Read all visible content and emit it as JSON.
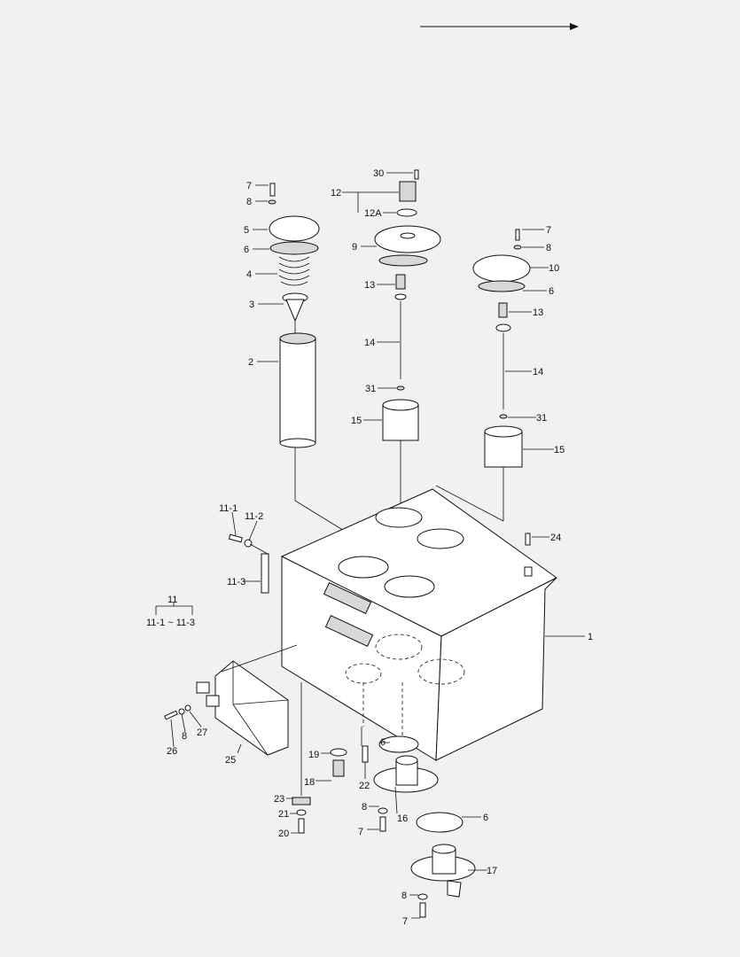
{
  "diagram": {
    "labels": {
      "p30": "30",
      "p12": "12",
      "p12a": "12A",
      "l7": "7",
      "l8": "8",
      "l5": "5",
      "l6": "6",
      "l4": "4",
      "l3": "3",
      "l2": "2",
      "c9": "9",
      "c13": "13",
      "c14": "14",
      "c31": "31",
      "c15": "15",
      "r7": "7",
      "r8": "8",
      "r10": "10",
      "r6": "6",
      "r13": "13",
      "r14": "14",
      "r31": "31",
      "r15": "15",
      "p11_1": "11-1",
      "p11_2": "11-2",
      "p11_3": "11-3",
      "g11": "11",
      "g11_range": "11-1 ~ 11-3",
      "p24": "24",
      "p1": "1",
      "p26": "26",
      "b8": "8",
      "p27": "27",
      "p25": "25",
      "p19": "19",
      "p18": "18",
      "p22": "22",
      "m6": "6",
      "p23": "23",
      "p21": "21",
      "p20": "20",
      "s8": "8",
      "s7": "7",
      "p16": "16",
      "s6": "6",
      "p17": "17",
      "t8": "8",
      "t7": "7"
    },
    "colors": {
      "background": "#f1f1f1",
      "line": "#111111"
    }
  }
}
